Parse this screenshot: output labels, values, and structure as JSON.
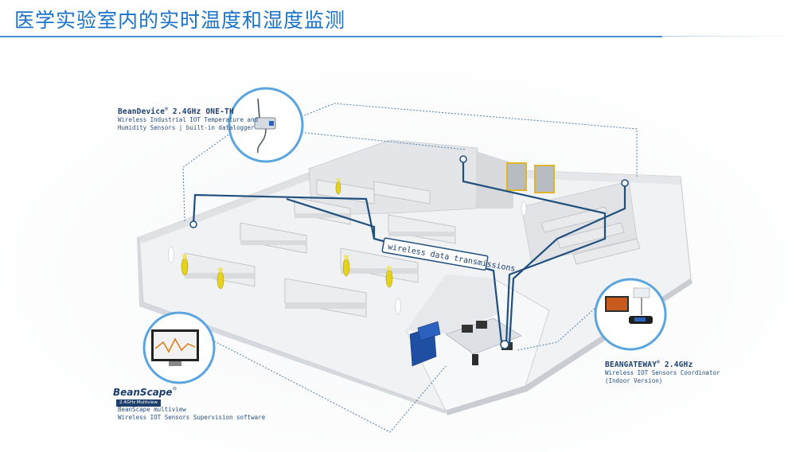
{
  "title": "医学实验室内的实时温度和湿度监测",
  "banner": "wireless data transmissions",
  "beandevice": {
    "name": "BeanDevice",
    "reg": "®",
    "model": " 2.4GHz ONE-TH",
    "line1": "Wireless Industrial IOT Temperature and",
    "line2": "Humidity Sensors | built-in datalogger"
  },
  "beangateway": {
    "name": "BEANGATEWAY",
    "reg": "®",
    "model": " 2.4GHz",
    "line1": "Wireless IOT Sensors Coordinator",
    "line2": "(Indoor Version)"
  },
  "beanscape": {
    "logo_word": "BeanScape",
    "logo_reg": "®",
    "logo_tag": "2.4GHz  Multiview",
    "line1": "BeanScape multiview",
    "line2": "Wireless IOT Sensors Supervision software"
  },
  "colors": {
    "title": "#1a73c8",
    "rule": "#4a8ed4",
    "link": "#1e4f7d",
    "dotted": "#4d7ea8",
    "floor": "#f1f2f4",
    "wall": "#dcdee2",
    "bench": "#e9eaec",
    "worker": "#e6d21a",
    "rack": "#1f4fa3",
    "callout_text": "#1d3f6e"
  }
}
